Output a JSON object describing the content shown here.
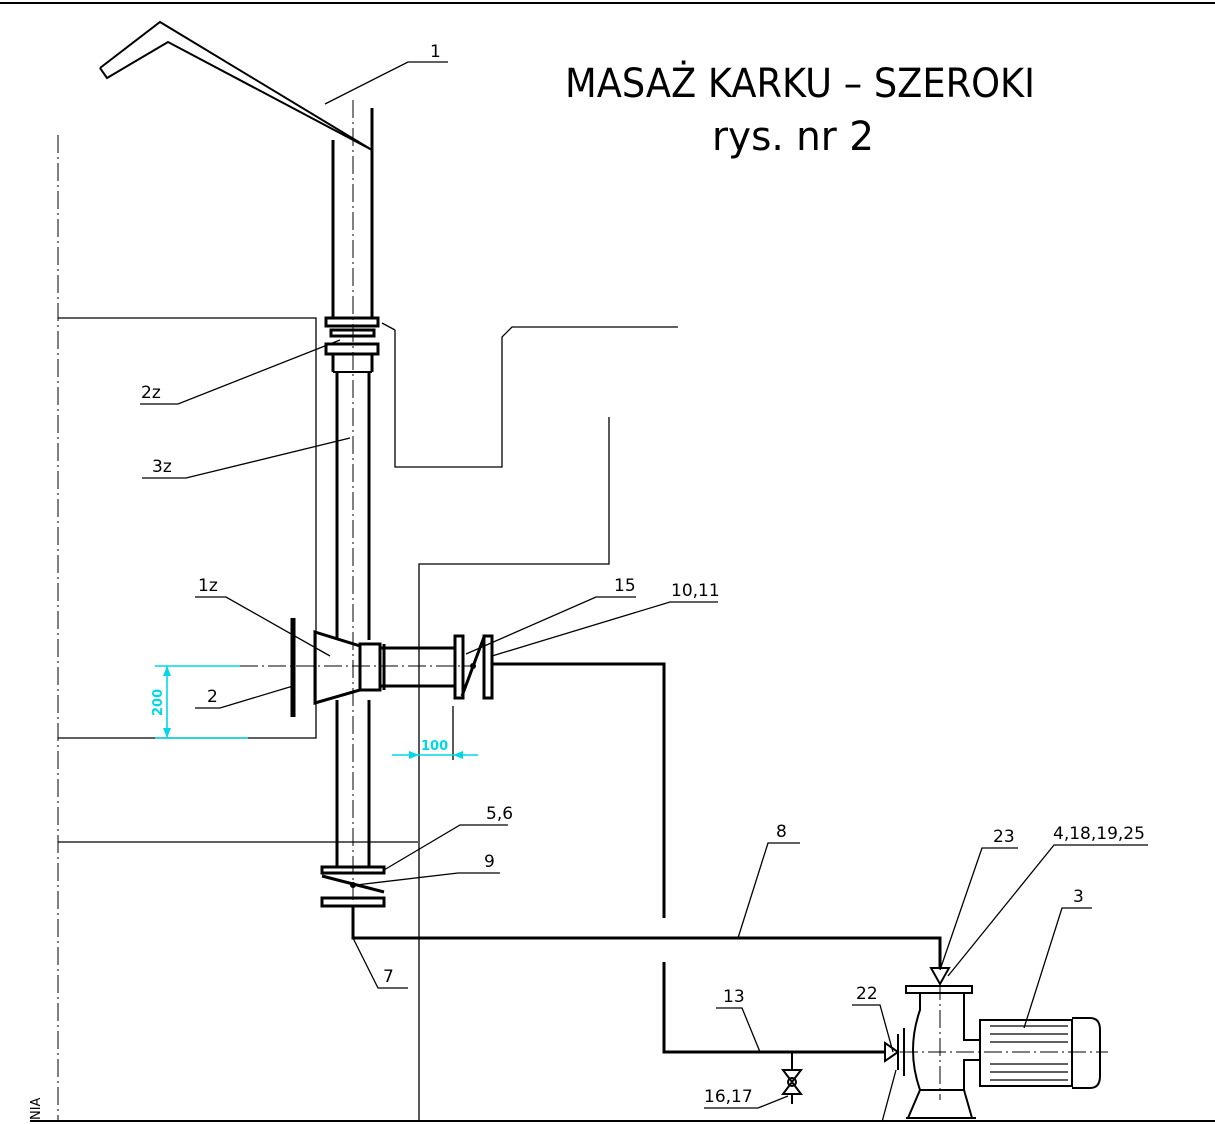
{
  "title": {
    "line1": "MASAŻ  KARKU – SZEROKI",
    "line2": "rys. nr 2"
  },
  "labels": {
    "l1": "1",
    "l2z": "2z",
    "l3z": "3z",
    "l1z": "1z",
    "l2": "2",
    "l15": "15",
    "l10_11": "10,11",
    "l5_6": "5,6",
    "l9": "9",
    "l7": "7",
    "l8": "8",
    "l23": "23",
    "l4_18_19_25": "4,18,19,25",
    "l3": "3",
    "l13": "13",
    "l22": "22",
    "l16_17": "16,17"
  },
  "dimensions": {
    "d200": "200",
    "d100": "100"
  },
  "edge_text": "NIA",
  "colors": {
    "lines": "#000000",
    "dimensions": "#00d8e8"
  }
}
